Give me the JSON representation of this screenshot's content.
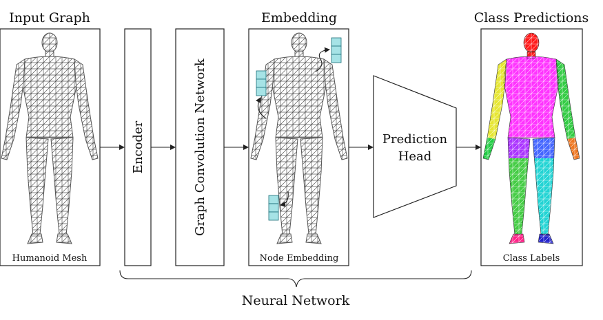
{
  "titles": {
    "input_graph": "Input Graph",
    "embedding": "Embedding",
    "class_predictions": "Class Predictions"
  },
  "captions": {
    "humanoid_mesh": "Humanoid Mesh",
    "node_embedding": "Node Embedding",
    "class_labels": "Class Labels"
  },
  "blocks": {
    "encoder": "Encoder",
    "gcn": "Graph Convolution Network",
    "prediction_head_line1": "Prediction",
    "prediction_head_line2": "Head"
  },
  "brace_label": "Neural Network",
  "colors": {
    "mesh_gray": "#6e6e6e",
    "embedding_cell": "#a6e3e6",
    "head": "#ff1a1a",
    "torso": "#ff33ff",
    "left_arm": "#e6e633",
    "left_hand": "#22cc44",
    "right_arm": "#33cc44",
    "right_hand": "#ee7722",
    "left_leg": "#44cc44",
    "right_leg": "#22d4d4",
    "left_foot": "#ff2288",
    "right_foot": "#2222cc",
    "hips_left": "#aa33ff",
    "hips_right": "#4466ff"
  }
}
